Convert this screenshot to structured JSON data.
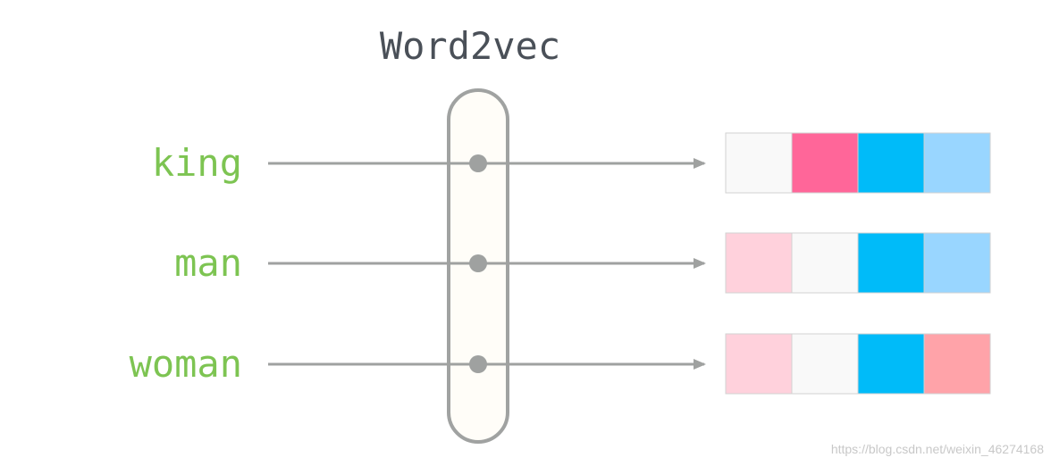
{
  "title": "Word2vec",
  "colors": {
    "word_text": "#7dc452",
    "line": "#9fa1a0",
    "model_fill": "#fffdf8",
    "model_stroke": "#a0a2a1",
    "cell_border": "#d2d2d2"
  },
  "words": [
    {
      "label": "king",
      "vector": [
        "#f9f9f9",
        "#ff6699",
        "#00bbf9",
        "#99d6ff"
      ]
    },
    {
      "label": "man",
      "vector": [
        "#ffd1dc",
        "#f9f9f9",
        "#00bbf9",
        "#99d6ff"
      ]
    },
    {
      "label": "woman",
      "vector": [
        "#ffd1dc",
        "#f9f9f9",
        "#00bbf9",
        "#ffa3a9"
      ]
    }
  ],
  "watermark": "https://blog.csdn.net/weixin_46274168"
}
